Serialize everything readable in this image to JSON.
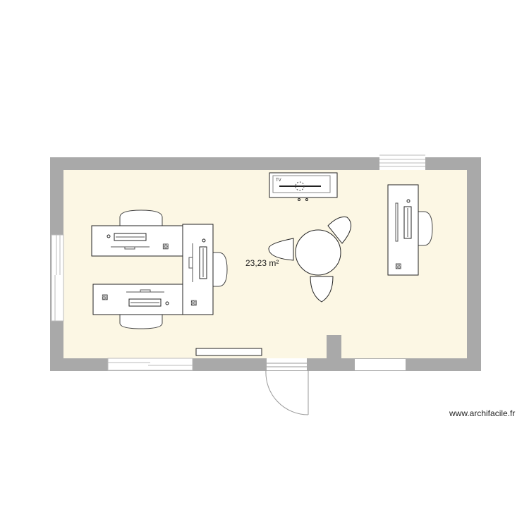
{
  "plan": {
    "room_area": "23,23 m²",
    "watermark": "www.archifacile.fr",
    "tv_label": "TV",
    "colors": {
      "wall": "#a9a9a9",
      "floor": "#fcf7e4",
      "furniture": "#ffffff",
      "outline": "#333333"
    },
    "furniture": [
      "desk-1",
      "desk-2",
      "desk-corner",
      "desk-right",
      "tv-unit",
      "round-table",
      "chair-left",
      "chair-top-right",
      "chair-bottom",
      "bench"
    ],
    "openings": [
      "window-left",
      "window-top",
      "window-bottom-left",
      "door-bottom",
      "window-bottom-right"
    ]
  }
}
